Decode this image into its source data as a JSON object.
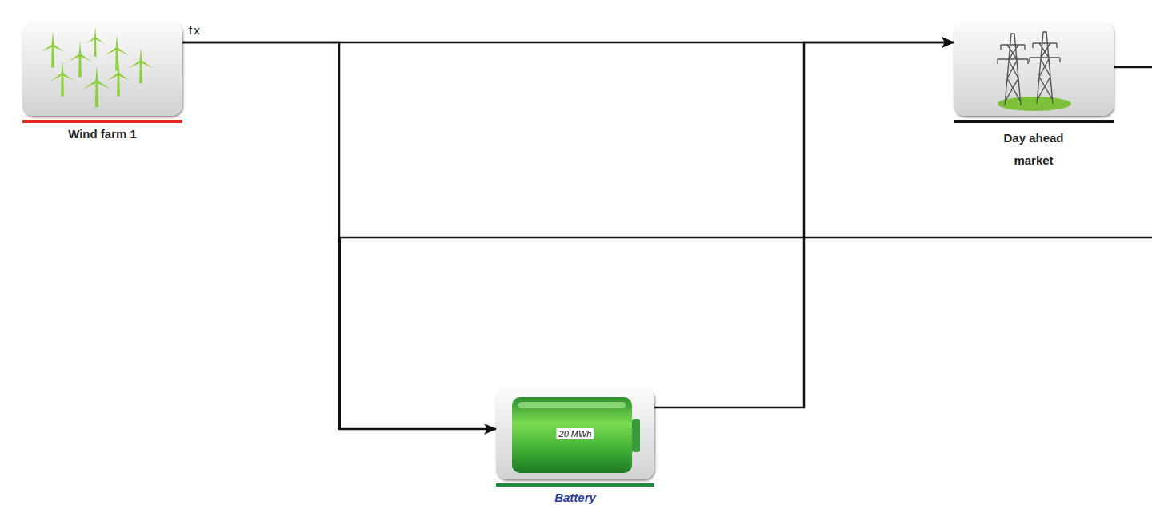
{
  "diagram": {
    "nodes": [
      {
        "text": [
          "Wind farm 1"
        ]
      },
      {
        "text": [
          "Day ahead market"
        ]
      },
      {
        "text": [
          "20 MWh",
          "Battery"
        ]
      }
    ],
    "edges": [
      {
        "from": 0,
        "to": 1,
        "arrow": "to"
      },
      {
        "from": 0,
        "to": 2,
        "arrow": "to"
      },
      {
        "from": 2,
        "to": 1,
        "arrow": "to"
      }
    ],
    "labels": [
      "fx"
    ]
  }
}
